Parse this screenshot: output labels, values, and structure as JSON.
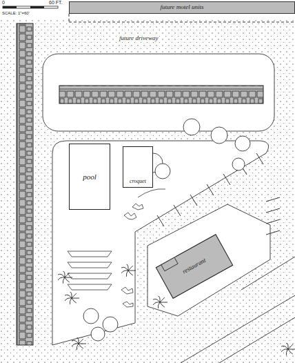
{
  "diagram": {
    "nodes": [
      {
        "text": [
          "future motel units"
        ]
      },
      {
        "text": [
          "pool"
        ]
      },
      {
        "text": [
          "croquet"
        ]
      },
      {
        "text": [
          "restaurant"
        ]
      }
    ],
    "labels": [
      "0",
      "60 FT.",
      "SCALE: 1\"=60'",
      "future driveway"
    ]
  }
}
